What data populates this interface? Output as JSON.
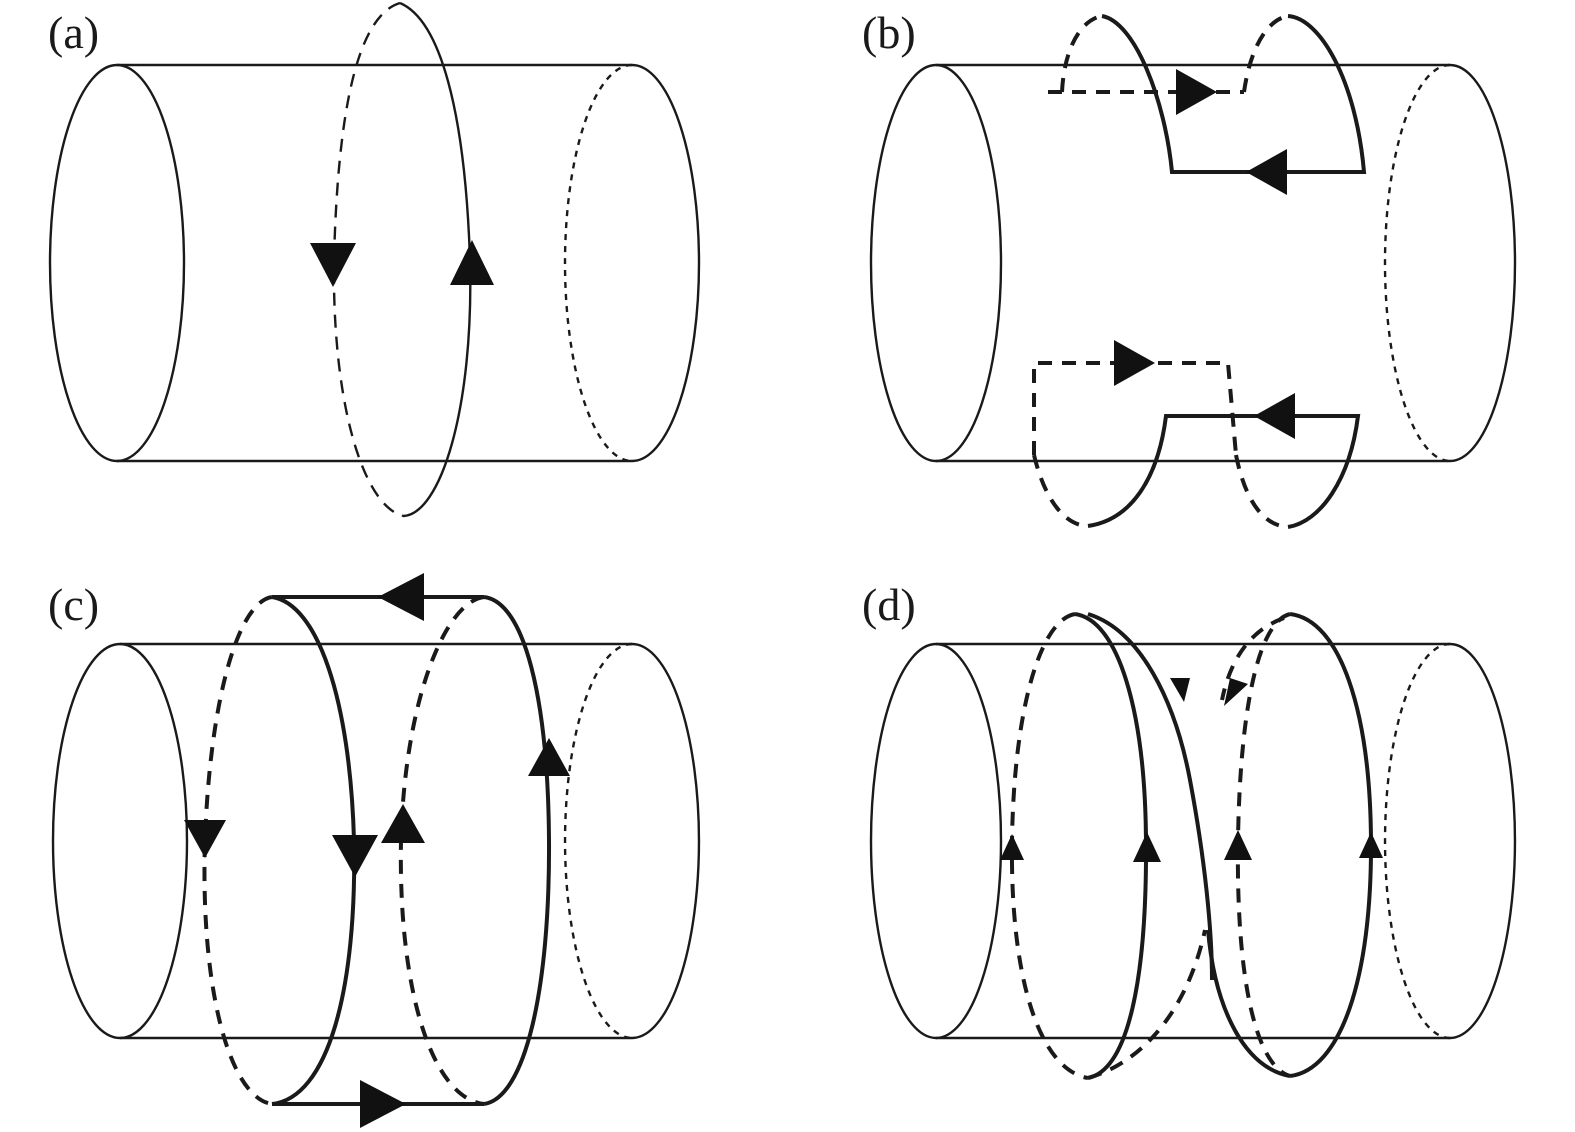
{
  "panels": [
    {
      "id": "a",
      "label": "(a)"
    },
    {
      "id": "b",
      "label": "(b)"
    },
    {
      "id": "c",
      "label": "(c)"
    },
    {
      "id": "d",
      "label": "(d)"
    }
  ]
}
